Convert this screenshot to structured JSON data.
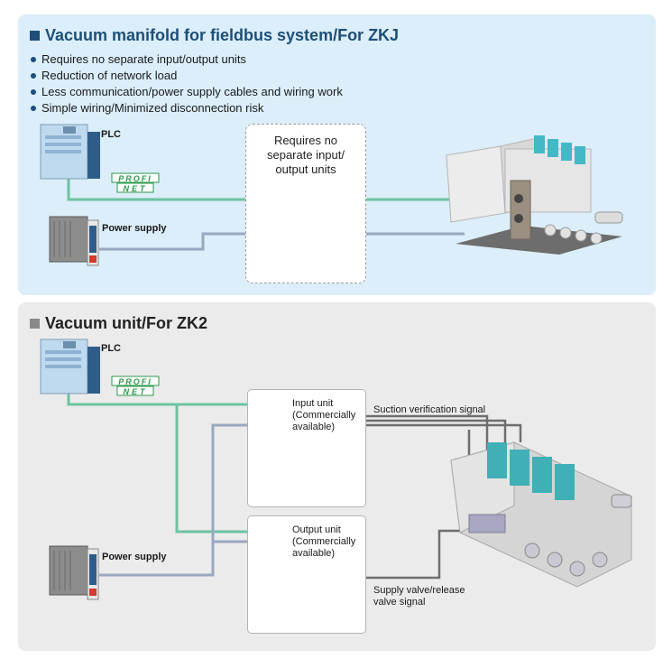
{
  "top": {
    "title": "Vacuum manifold for fieldbus system/For ZKJ",
    "bullets": [
      "Requires no separate input/output units",
      "Reduction of network load",
      "Less communication/power supply cables and wiring work",
      "Simple wiring/Minimized disconnection risk"
    ],
    "plc_label": "PLC",
    "power_label": "Power supply",
    "note": "Requires no\nseparate input/\noutput units"
  },
  "bottom": {
    "title": "Vacuum unit/For ZK2",
    "plc_label": "PLC",
    "power_label": "Power supply",
    "input_unit": "Input unit\n(Commercially\navailable)",
    "output_unit": "Output unit\n(Commercially\navailable)",
    "suction_signal": "Suction verification signal",
    "supply_signal": "Supply valve/release\nvalve signal"
  },
  "logo": {
    "line1": "PROFI",
    "line2": "NET"
  },
  "colors": {
    "top_panel": "#dbeef9",
    "bottom_panel": "#ebebeb",
    "title_blue": "#1d4f78",
    "network_line": "#6cc3a0",
    "power_line": "#9aa7c0",
    "signal_line": "#6e6e6e"
  }
}
